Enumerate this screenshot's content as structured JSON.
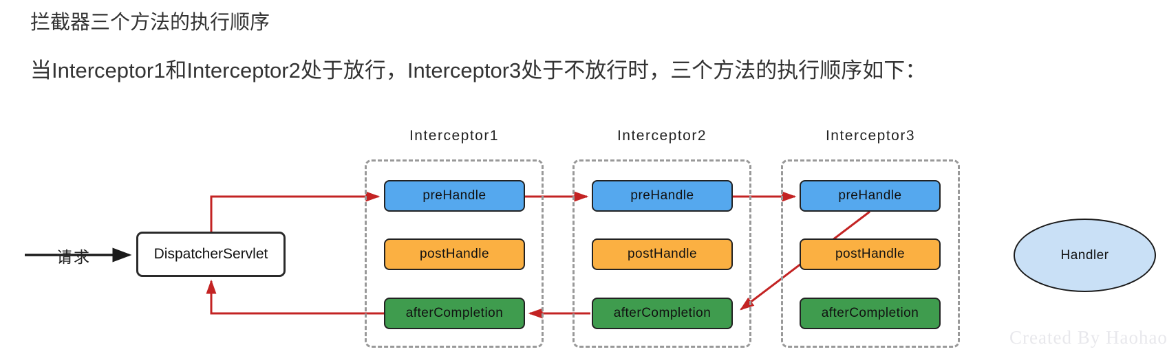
{
  "page": {
    "title": "拦截器三个方法的执行顺序",
    "subtitle": "当Interceptor1和Interceptor2处于放行，Interceptor3处于不放行时，三个方法的执行顺序如下："
  },
  "diagram": {
    "request_label": "请求",
    "dispatcher_label": "DispatcherServlet",
    "handler_label": "Handler",
    "watermark": "Created By Haohao",
    "interceptors": [
      {
        "label": "Interceptor1",
        "methods": [
          "preHandle",
          "postHandle",
          "afterCompletion"
        ]
      },
      {
        "label": "Interceptor2",
        "methods": [
          "preHandle",
          "postHandle",
          "afterCompletion"
        ]
      },
      {
        "label": "Interceptor3",
        "methods": [
          "preHandle",
          "postHandle",
          "afterCompletion"
        ]
      }
    ],
    "flow_arrows": [
      "dispatcher-to-interceptor1-prehandle",
      "interceptor1-prehandle-to-interceptor2-prehandle",
      "interceptor2-prehandle-to-interceptor3-prehandle",
      "interceptor3-prehandle-to-interceptor2-aftercompletion",
      "interceptor2-aftercompletion-to-interceptor1-aftercompletion",
      "interceptor1-aftercompletion-to-dispatcher"
    ],
    "colors": {
      "pre_handle": "#55a8ee",
      "post_handle": "#fbb042",
      "after_completion": "#3f9c4e",
      "arrow_red": "#c32323",
      "arrow_black": "#1a1a1a",
      "handler_fill": "#c9e0f6"
    }
  }
}
